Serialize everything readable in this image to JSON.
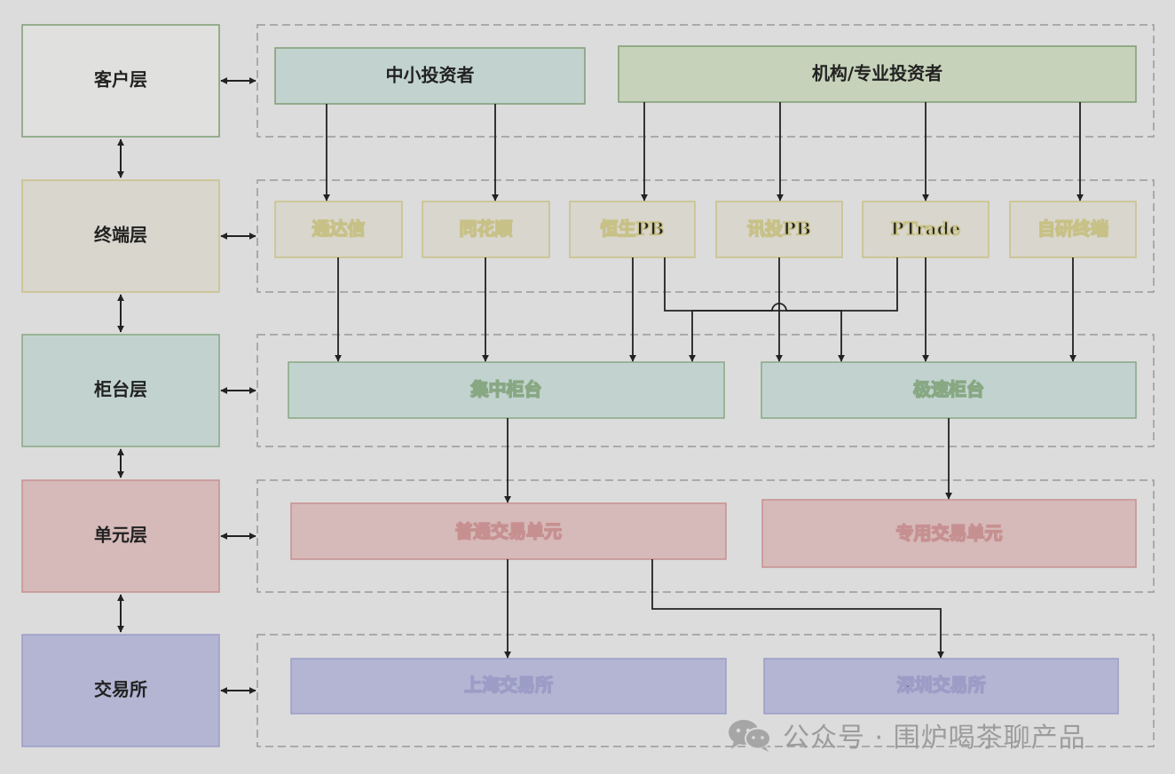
{
  "layers": {
    "client": "客户层",
    "terminal": "终端层",
    "counter": "柜台层",
    "unit": "单元层",
    "exchange": "交易所"
  },
  "investors": {
    "retail": "中小投资者",
    "institutional": "机构/专业投资者"
  },
  "terminals": {
    "tdx": "通达信",
    "ths": "同花顺",
    "hspb": "恒生PB",
    "xtpb": "讯投PB",
    "ptrade": "PTrade",
    "self": "自研终端"
  },
  "counters": {
    "central": "集中柜台",
    "fast": "极速柜台"
  },
  "units": {
    "normal": "普通交易单元",
    "dedicated": "专用交易单元"
  },
  "exchanges": {
    "sh": "上海交易所",
    "sz": "深圳交易所"
  },
  "watermark": {
    "text": "公众号 · 围炉喝茶聊产品",
    "icon": "wechat-icon"
  },
  "colors": {
    "client_fill": "#e0e0de",
    "client_border": "#7e9d74",
    "terminal_fill": "#d8d6cd",
    "terminal_border": "#c8c187",
    "counter_fill": "#c2d3cf",
    "counter_border": "#88a884",
    "unit_fill": "#d6b9b9",
    "unit_border": "#c79090",
    "exchange_fill": "#b3b5d2",
    "exchange_border": "#9b9dc7",
    "retail_fill": "#c2d3cf",
    "institutional_fill": "#c6d2ba",
    "line": "#222222",
    "dash": "#9a9a9a"
  }
}
